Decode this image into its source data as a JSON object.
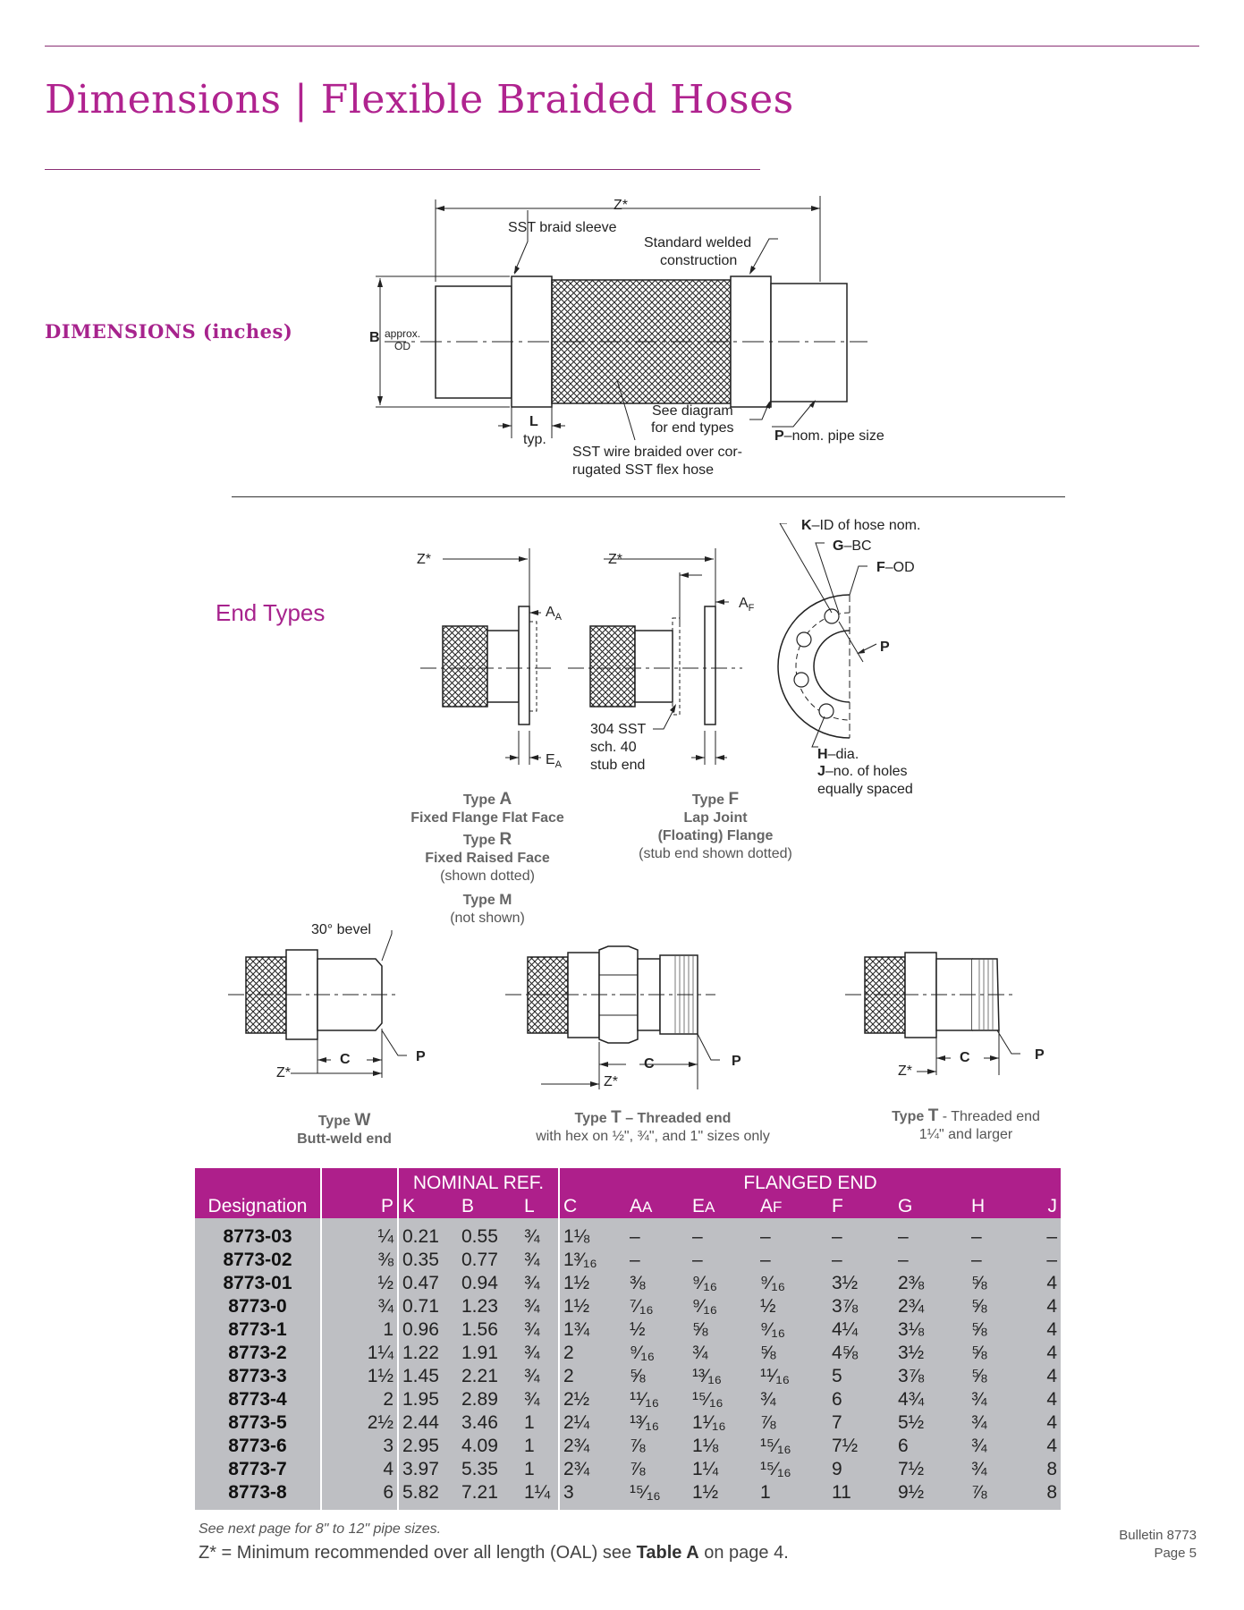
{
  "page": {
    "title": "Dimensions | Flexible Braided Hoses",
    "dimensions_label": "DIMENSIONS (inches)",
    "end_types_label": "End Types"
  },
  "diagram_main": {
    "z_label": "Z*",
    "sst_braid_sleeve": "SST braid sleeve",
    "standard_welded_1": "Standard welded",
    "standard_welded_2": "construction",
    "b_label": "B",
    "approx": "approx.",
    "od": "OD",
    "l_label": "L",
    "typ": "typ.",
    "see_diagram_1": "See diagram",
    "see_diagram_2": "for end types",
    "p_label": "P",
    "p_desc": "–nom. pipe size",
    "sst_wire_1": "SST wire braided over cor-",
    "sst_wire_2": "rugated SST flex hose"
  },
  "end_types": {
    "z_a": "Z*",
    "aa_label": "A",
    "aa_sub": "A",
    "ea_label": "E",
    "ea_sub": "A",
    "z_f": "Z*",
    "af_label": "A",
    "af_sub": "F",
    "stub_1": "304 SST",
    "stub_2": "sch. 40",
    "stub_3": "stub end",
    "k_label": "K",
    "k_desc": "–ID of hose nom.",
    "g_label": "G",
    "g_desc": "–BC",
    "f_label": "F",
    "f_desc": "–OD",
    "p_label": "P",
    "h_label": "H",
    "h_desc": "–dia.",
    "j_label": "J",
    "j_desc": "–no. of holes",
    "j_desc_2": "equally spaced",
    "type_a": "Type",
    "type_a_letter": "A",
    "type_a_desc": "Fixed Flange Flat Face",
    "type_r": "Type",
    "type_r_letter": "R",
    "type_r_desc": "Fixed Raised Face",
    "type_r_note": "(shown dotted)",
    "type_m": "Type",
    "type_m_letter": "M",
    "type_m_note": "(not shown)",
    "type_f": "Type",
    "type_f_letter": "F",
    "type_f_desc_1": "Lap Joint",
    "type_f_desc_2": "(Floating) Flange",
    "type_f_note": "(stub end shown dotted)"
  },
  "lower_types": {
    "bevel": "30° bevel",
    "c_label": "C",
    "p_label": "P",
    "z_label": "Z*",
    "type_w": "Type",
    "type_w_letter": "W",
    "type_w_desc": "Butt-weld end",
    "type_t1": "Type",
    "type_t1_letter": "T",
    "type_t1_desc": "– Threaded end",
    "type_t1_note": "with hex on ½\", ¾\", and 1\" sizes only",
    "type_t2": "Type",
    "type_t2_letter": "T",
    "type_t2_desc": "- Threaded end",
    "type_t2_note": "1¼\" and larger"
  },
  "table": {
    "group_nominal": "NOMINAL REF.",
    "group_flanged": "FLANGED END",
    "headers": {
      "designation": "Designation",
      "p": "P",
      "k": "K",
      "b": "B",
      "l": "L",
      "c": "C",
      "aa": "A",
      "aa_sub": "A",
      "ea": "E",
      "ea_sub": "A",
      "af": "A",
      "af_sub": "F",
      "f": "F",
      "g": "G",
      "h": "H",
      "j": "J"
    },
    "rows": [
      [
        "8773-03",
        "¼",
        "0.21",
        "0.55",
        "¾",
        "1⅛",
        "–",
        "–",
        "–",
        "–",
        "–",
        "–",
        "–"
      ],
      [
        "8773-02",
        "⅜",
        "0.35",
        "0.77",
        "¾",
        "1³⁄₁₆",
        "–",
        "–",
        "–",
        "–",
        "–",
        "–",
        "–"
      ],
      [
        "8773-01",
        "½",
        "0.47",
        "0.94",
        "¾",
        "1½",
        "⅜",
        "⁹⁄₁₆",
        "⁹⁄₁₆",
        "3½",
        "2⅜",
        "⅝",
        "4"
      ],
      [
        "8773-0",
        "¾",
        "0.71",
        "1.23",
        "¾",
        "1½",
        "⁷⁄₁₆",
        "⁹⁄₁₆",
        "½",
        "3⅞",
        "2¾",
        "⅝",
        "4"
      ],
      [
        "8773-1",
        "1",
        "0.96",
        "1.56",
        "¾",
        "1¾",
        "½",
        "⅝",
        "⁹⁄₁₆",
        "4¼",
        "3⅛",
        "⅝",
        "4"
      ],
      [
        "8773-2",
        "1¼",
        "1.22",
        "1.91",
        "¾",
        "2",
        "⁹⁄₁₆",
        "¾",
        "⅝",
        "4⅝",
        "3½",
        "⅝",
        "4"
      ],
      [
        "8773-3",
        "1½",
        "1.45",
        "2.21",
        "¾",
        "2",
        "⅝",
        "¹³⁄₁₆",
        "¹¹⁄₁₆",
        "5",
        "3⅞",
        "⅝",
        "4"
      ],
      [
        "8773-4",
        "2",
        "1.95",
        "2.89",
        "¾",
        "2½",
        "¹¹⁄₁₆",
        "¹⁵⁄₁₆",
        "¾",
        "6",
        "4¾",
        "¾",
        "4"
      ],
      [
        "8773-5",
        "2½",
        "2.44",
        "3.46",
        "1",
        "2¼",
        "¹³⁄₁₆",
        "1¹⁄₁₆",
        "⅞",
        "7",
        "5½",
        "¾",
        "4"
      ],
      [
        "8773-6",
        "3",
        "2.95",
        "4.09",
        "1",
        "2¾",
        "⅞",
        "1⅛",
        "¹⁵⁄₁₆",
        "7½",
        "6",
        "¾",
        "4"
      ],
      [
        "8773-7",
        "4",
        "3.97",
        "5.35",
        "1",
        "2¾",
        "⅞",
        "1¼",
        "¹⁵⁄₁₆",
        "9",
        "7½",
        "¾",
        "8"
      ],
      [
        "8773-8",
        "6",
        "5.82",
        "7.21",
        "1¼",
        "3",
        "¹⁵⁄₁₆",
        "1½",
        "1",
        "11",
        "9½",
        "⅞",
        "8"
      ]
    ]
  },
  "notes": {
    "note_1": "See next page for 8\" to 12\" pipe sizes.",
    "note_2_pre": "Z* = Minimum recommended over all length (OAL) see ",
    "note_2_bold": "Table A",
    "note_2_post": " on page 4."
  },
  "footer": {
    "bulletin": "Bulletin 8773",
    "page": "Page 5"
  }
}
